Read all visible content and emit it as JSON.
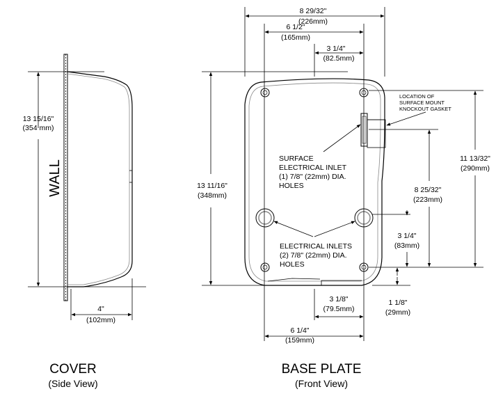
{
  "side_view": {
    "height_in": "13 15/16\"",
    "height_mm": "(354 mm)",
    "depth_in": "4\"",
    "depth_mm": "(102mm)",
    "wall_label": "WALL",
    "title": "COVER",
    "subtitle": "(Side View)"
  },
  "front_view": {
    "overall_width_in": "8 29/32\"",
    "overall_width_mm": "(226mm)",
    "hole_spacing_in": "6 1/2\"",
    "hole_spacing_mm": "(165mm)",
    "center_offset_in": "3 1/4\"",
    "center_offset_mm": "(82.5mm)",
    "height_in": "13 11/16\"",
    "height_mm": "(348mm)",
    "upper_holes_height_in": "11 13/32\"",
    "upper_holes_height_mm": "(290mm)",
    "inlet_height_in": "8 25/32\"",
    "inlet_height_mm": "(223mm)",
    "lower_inlet_height_in": "3 1/4\"",
    "lower_inlet_height_mm": "(83mm)",
    "bottom_offset_in": "1 1/8\"",
    "bottom_offset_mm": "(29mm)",
    "lower_center_offset_in": "3 1/8\"",
    "lower_center_offset_mm": "(79.5mm)",
    "lower_hole_spacing_in": "6 1/4\"",
    "lower_hole_spacing_mm": "(159mm)",
    "gasket_note": [
      "LOCATION OF",
      "SURFACE MOUNT",
      "KNOCKOUT GASKET"
    ],
    "surface_inlet_note": [
      "SURFACE",
      "ELECTRICAL INLET",
      "(1) 7/8\" (22mm) DIA.",
      "HOLES"
    ],
    "inlets_note": [
      "ELECTRICAL INLETS",
      "(2) 7/8\" (22mm) DIA.",
      "HOLES"
    ],
    "title": "BASE PLATE",
    "subtitle": "(Front View)"
  }
}
